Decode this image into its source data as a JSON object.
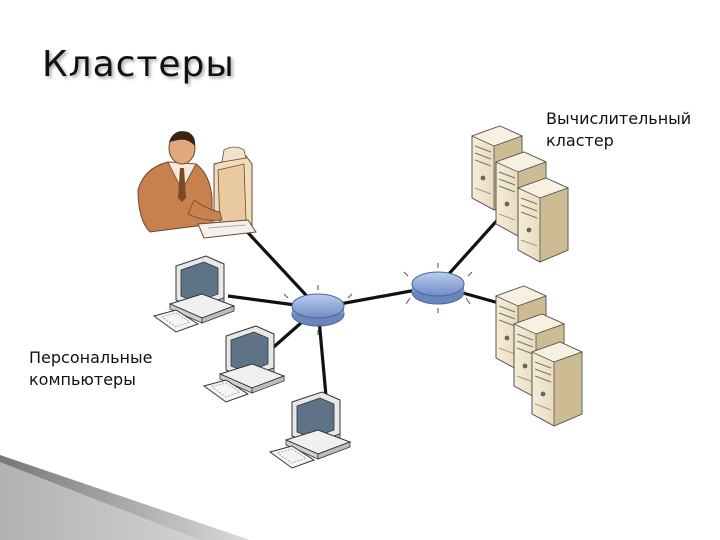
{
  "slide": {
    "title": "Кластеры",
    "labels": {
      "cluster_line1": "Вычислительный",
      "cluster_line2": "кластер",
      "pc_line1": "Персональные",
      "pc_line2": "компьютеры"
    }
  },
  "colors": {
    "link": "#111111",
    "hub_fill": "#8fa9d6",
    "hub_stroke": "#5b75a8",
    "server_body": "#efe3c8",
    "server_shadow": "#c9b58a",
    "pc_screen": "#6b7f93",
    "person_skin": "#d9a07a",
    "person_suit": "#c07848"
  },
  "icons": [
    "person-at-computer-icon",
    "personal-computer-icon",
    "network-hub-icon",
    "server-rack-icon"
  ]
}
